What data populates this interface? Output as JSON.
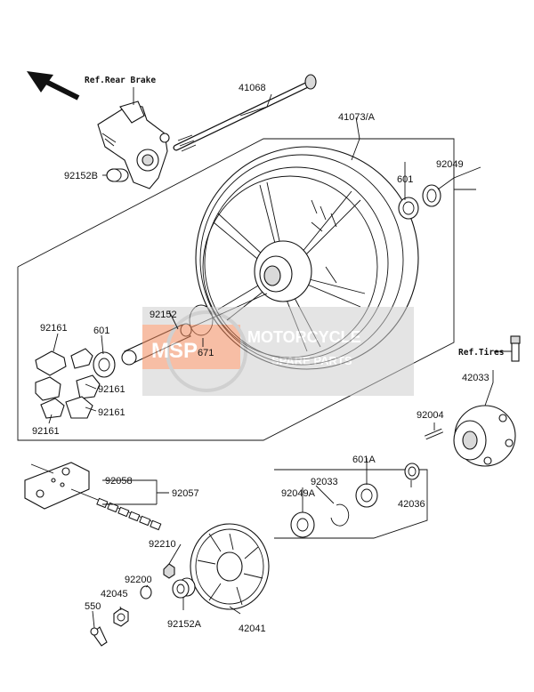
{
  "refs": {
    "rear_brake": "Ref.Rear Brake",
    "tires": "Ref.Tires"
  },
  "parts": {
    "p41068": "41068",
    "p41073A": "41073/A",
    "p92049": "92049",
    "p601_top": "601",
    "p92152B": "92152B",
    "p92152": "92152",
    "p671": "671",
    "p92161_a": "92161",
    "p601_left": "601",
    "p92161_b": "92161",
    "p92161_c": "92161",
    "p92161_d": "92161",
    "p42033": "42033",
    "p92004": "92004",
    "p601A": "601A",
    "p92033": "92033",
    "p92049A": "92049A",
    "p42036": "42036",
    "p92058": "92058",
    "p92057": "92057",
    "p92210": "92210",
    "p92200": "92200",
    "p42045": "42045",
    "p550": "550",
    "p92152A": "92152A",
    "p42041": "42041"
  },
  "watermark": {
    "brand": "MOTORCYCLE",
    "sub": "SPARE PARTS",
    "logo": "MSP"
  }
}
